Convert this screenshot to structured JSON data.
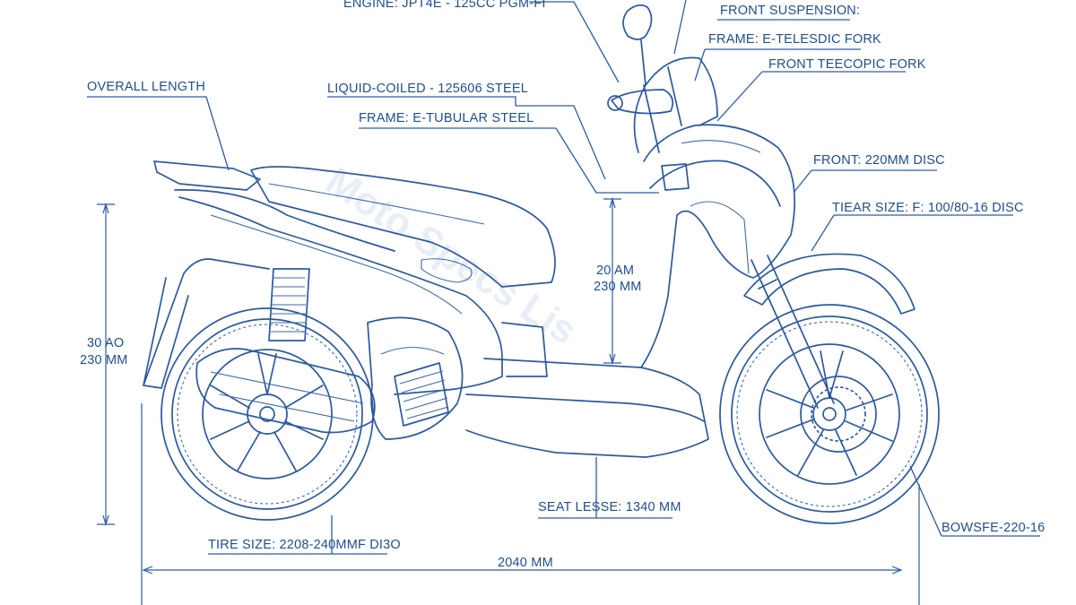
{
  "diagram": {
    "watermark": "Moto Specs Lis",
    "labels": {
      "engine": "ENGINE: JPT4E - 125CC PGM-FI",
      "front_suspension": "FRONT SUSPENSION:",
      "frame_telescopic": "FRAME: E-TELESDIC FORK",
      "front_teecopic": "FRONT TEECOPIC FORK",
      "overall_length": "OVERALL LENGTH",
      "liquid_cooled": "LIQUID-COILED - 125606 STEEL",
      "frame_tubular": "FRAME: E-TUBULAR STEEL",
      "front_disc": "FRONT: 220MM DISC",
      "tiear_size": "TIEAR SIZE: F: 100/80-16 DISC",
      "seat_height_line1": "20 AM",
      "seat_height_line2": "230 MM",
      "height_line1": "30 AO",
      "height_line2": "230 MM",
      "seat_lesse": "SEAT LESSE: 1340 MM",
      "tire_size_rear": "TIRE SIZE: 2208-240MMF DI3O",
      "overall_dim": "2040 MM",
      "bowsfe": "BOWSFE-220-16"
    }
  }
}
